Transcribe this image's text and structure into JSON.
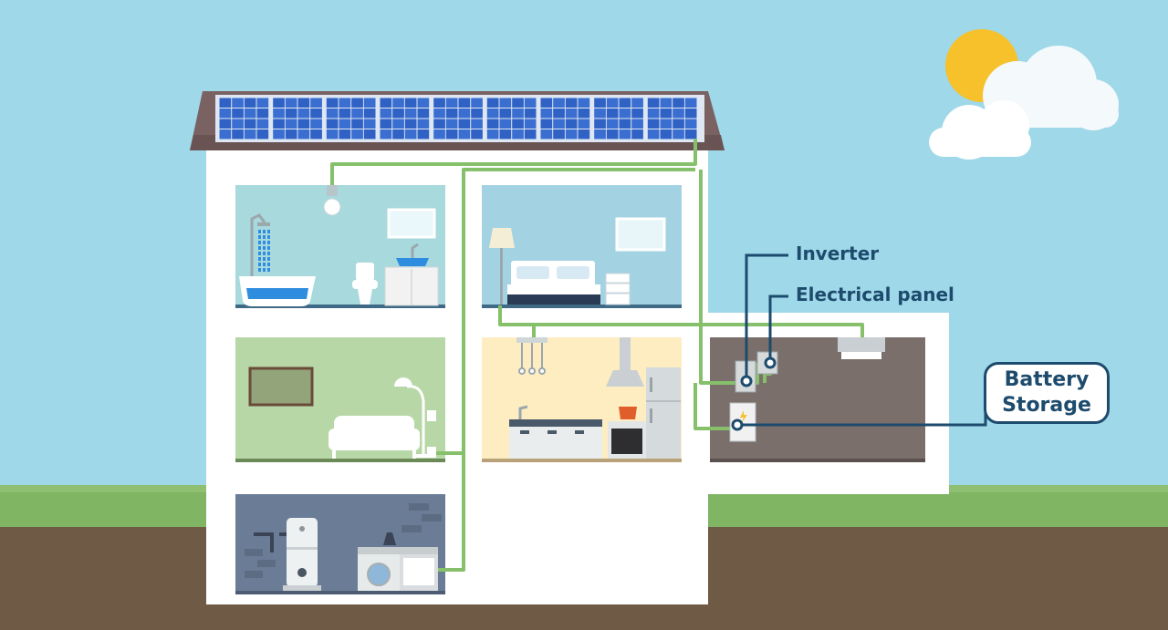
{
  "labels": {
    "inverter": "Inverter",
    "electrical_panel": "Electrical panel",
    "battery_line1": "Battery",
    "battery_line2": "Storage"
  },
  "colors": {
    "sky": "#9fd8e8",
    "grass": "#7fb563",
    "soil": "#6f5a45",
    "wall": "#ffffff",
    "roof": "#7a6262",
    "solar_panel": "#2f62c4",
    "wire": "#86c06b",
    "label_text": "#1d4b6d",
    "sun": "#f6c12a",
    "cloud": "#ffffff"
  },
  "rooms": [
    {
      "name": "bathroom",
      "color": "#a8d9dd"
    },
    {
      "name": "bedroom",
      "color": "#a3d3e2"
    },
    {
      "name": "living-room",
      "color": "#b7d7a6"
    },
    {
      "name": "kitchen",
      "color": "#fdedc0"
    },
    {
      "name": "garage",
      "color": "#7b6f6b"
    },
    {
      "name": "basement",
      "color": "#6b7d96"
    }
  ],
  "icons": [
    "sun-icon",
    "cloud-icon",
    "solar-panel-icon",
    "light-bulb-icon",
    "shower-icon",
    "bathtub-icon",
    "toilet-icon",
    "sink-icon",
    "mirror-icon",
    "bed-icon",
    "floor-lamp-icon",
    "picture-frame-icon",
    "dresser-icon",
    "tv-icon",
    "sofa-icon",
    "outlet-icon",
    "range-hood-icon",
    "oven-icon",
    "refrigerator-icon",
    "pendant-lamp-icon",
    "inverter-icon",
    "electrical-panel-icon",
    "battery-icon",
    "ceiling-light-icon",
    "water-heater-icon",
    "washing-machine-icon",
    "brick-wall-icon"
  ]
}
